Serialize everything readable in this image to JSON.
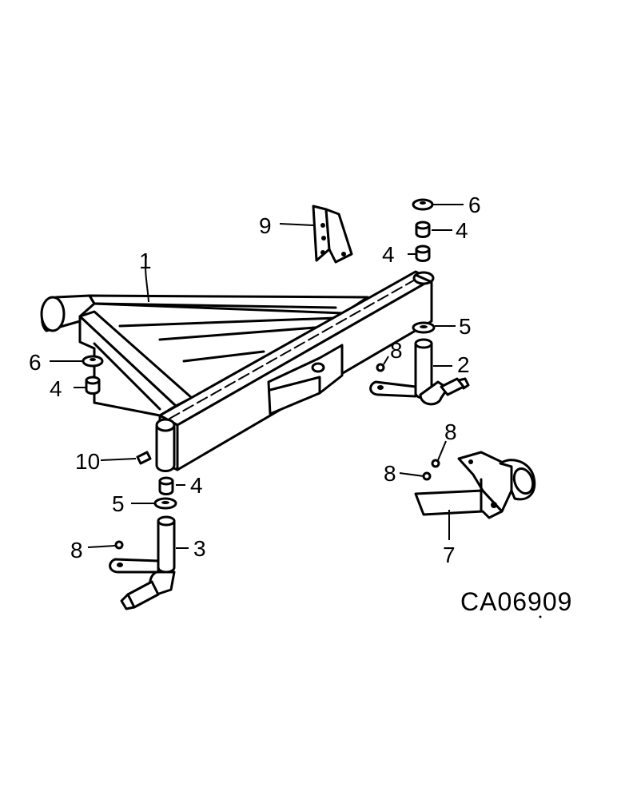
{
  "figure": {
    "id_label": "CA06909"
  },
  "callouts": {
    "c1": "1",
    "c2": "2",
    "c3": "3",
    "c4a": "4",
    "c4b": "4",
    "c4c": "4",
    "c4d": "4",
    "c5a": "5",
    "c5b": "5",
    "c6a": "6",
    "c6b": "6",
    "c7": "7",
    "c8a": "8",
    "c8b": "8",
    "c8c": "8",
    "c8d": "8",
    "c9": "9",
    "c10": "10"
  }
}
